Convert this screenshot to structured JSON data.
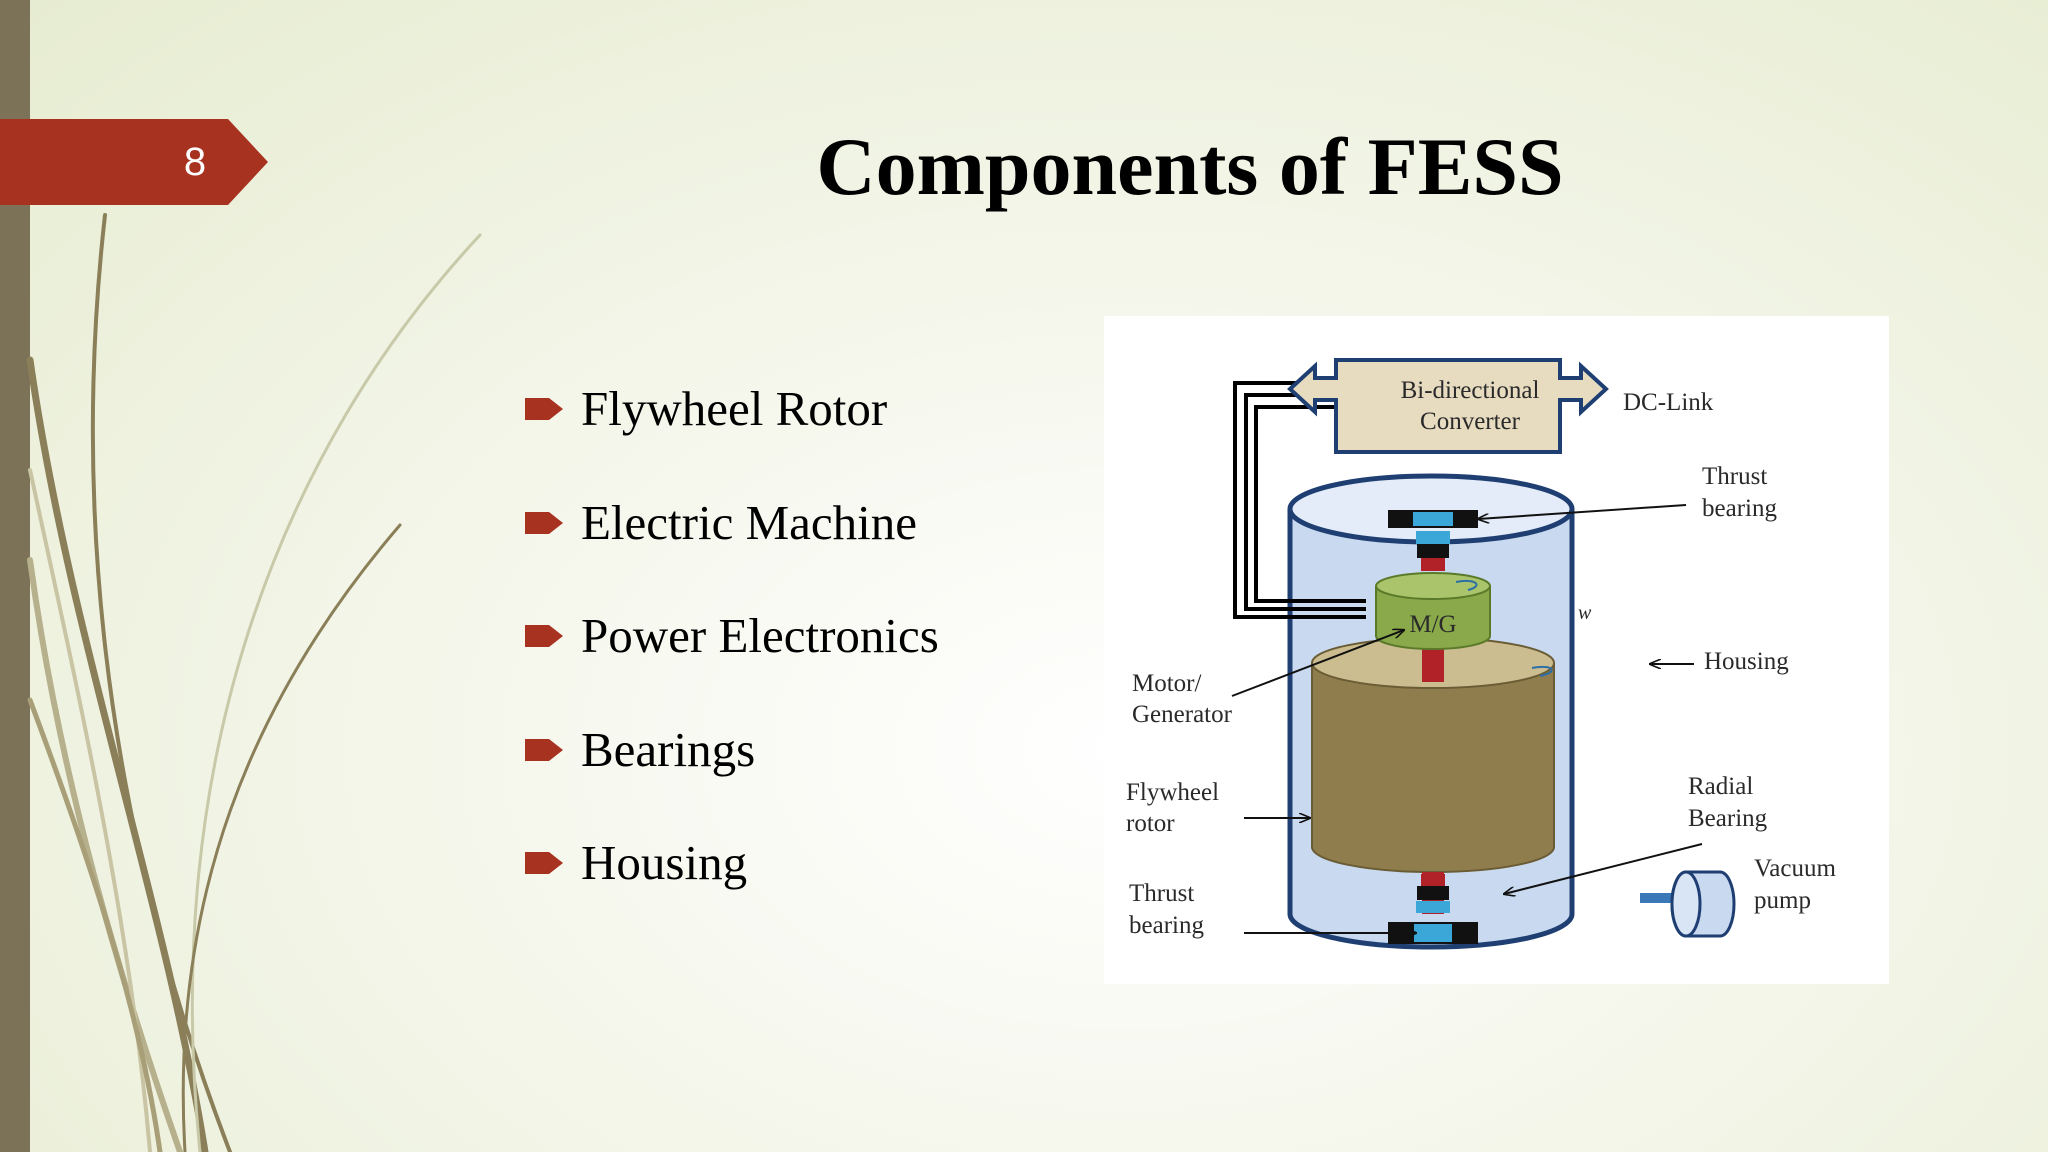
{
  "slide": {
    "page_number": "8",
    "title": "Components of FESS",
    "colors": {
      "accent": "#a83220",
      "sidebar": "#7c7258",
      "swoosh": "#8a7f58"
    }
  },
  "bullets": [
    {
      "label": "Flywheel Rotor",
      "icon": "arrow-bullet-icon"
    },
    {
      "label": "Electric Machine",
      "icon": "arrow-bullet-icon"
    },
    {
      "label": "Power Electronics",
      "icon": "arrow-bullet-icon"
    },
    {
      "label": "Bearings",
      "icon": "arrow-bullet-icon"
    },
    {
      "label": "Housing",
      "icon": "arrow-bullet-icon"
    }
  ],
  "diagram": {
    "converter_line1": "Bi-directional",
    "converter_line2": "Converter",
    "dc_link": "DC-Link",
    "thrust_bearing_top_line1": "Thrust",
    "thrust_bearing_top_line2": "bearing",
    "machine_label": "M/G",
    "omega": "w",
    "motor_generator_line1": "Motor/",
    "motor_generator_line2": "Generator",
    "housing": "Housing",
    "flywheel_rotor_line1": "Flywheel",
    "flywheel_rotor_line2": "rotor",
    "radial_bearing_line1": "Radial",
    "radial_bearing_line2": "Bearing",
    "vacuum_pump_line1": "Vacuum",
    "vacuum_pump_line2": "pump",
    "thrust_bearing_bottom_line1": "Thrust",
    "thrust_bearing_bottom_line2": "bearing",
    "colors": {
      "housing_fill": "#c9daf0",
      "housing_stroke": "#1f3f73",
      "rotor_fill": "#8f7d4d",
      "rotor_top": "#cbbd8f",
      "machine_fill": "#8aa94a",
      "converter_fill": "#e7dcc0",
      "shaft": "#b02228",
      "bearing_blue": "#3aa7d8"
    }
  }
}
